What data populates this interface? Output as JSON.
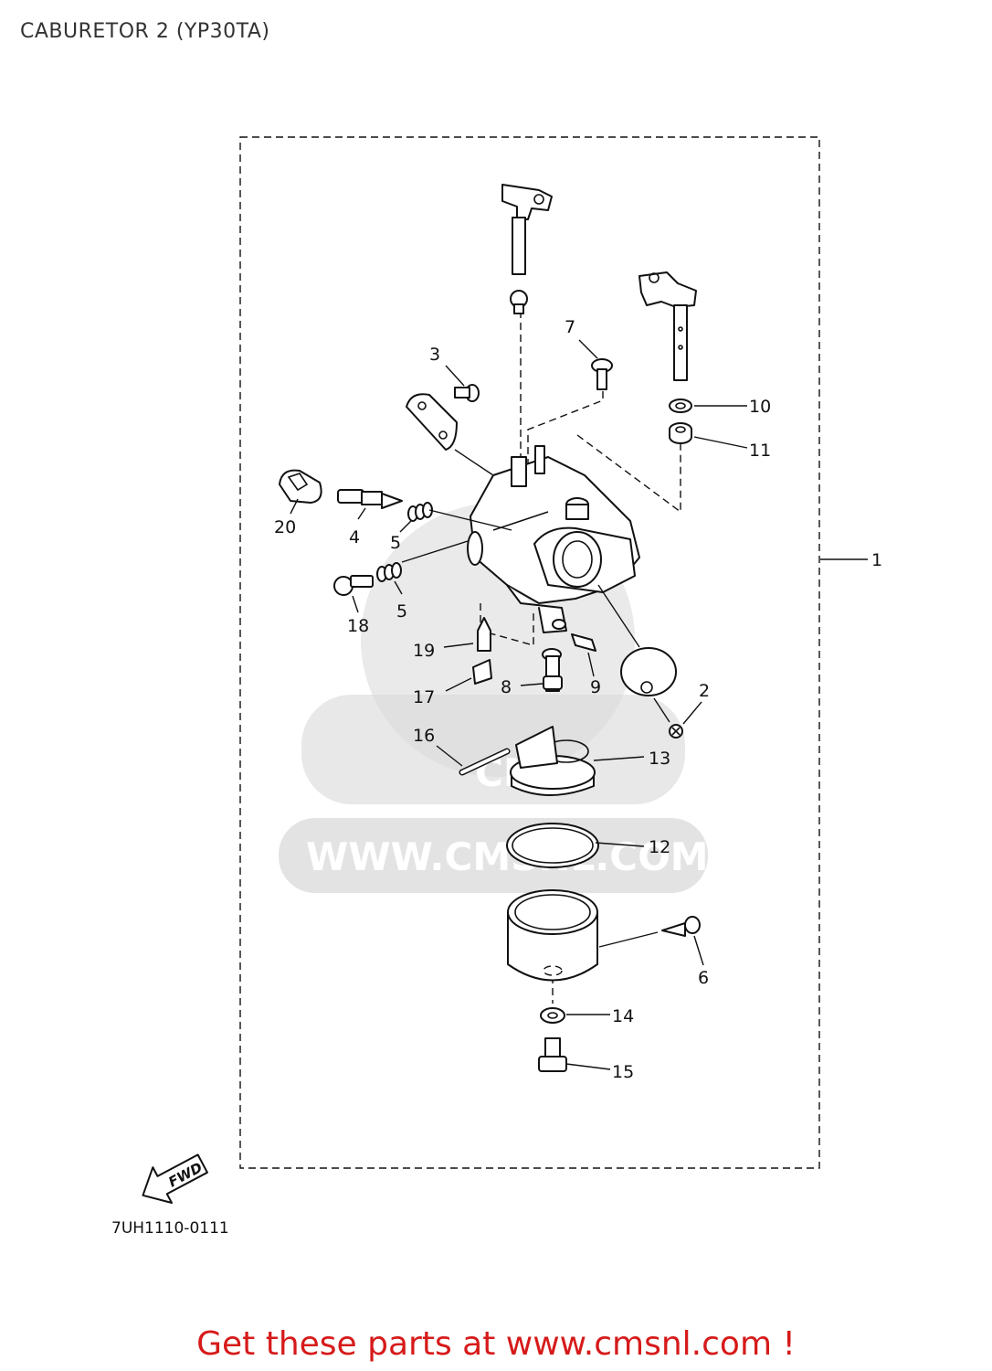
{
  "title": "CABURETOR 2 (YP30TA)",
  "diagram_code": "7UH1110-0111",
  "footer_cta": "Get these parts at www.cmsnl.com !",
  "fwd_label": "FWD",
  "watermark": {
    "url": "WWW.CMSNL.COM",
    "brand": "CMS"
  },
  "callouts": [
    {
      "num": "1"
    },
    {
      "num": "2"
    },
    {
      "num": "3"
    },
    {
      "num": "4"
    },
    {
      "num": "5"
    },
    {
      "num": "5"
    },
    {
      "num": "6"
    },
    {
      "num": "7"
    },
    {
      "num": "8"
    },
    {
      "num": "9"
    },
    {
      "num": "10"
    },
    {
      "num": "11"
    },
    {
      "num": "12"
    },
    {
      "num": "13"
    },
    {
      "num": "14"
    },
    {
      "num": "15"
    },
    {
      "num": "16"
    },
    {
      "num": "17"
    },
    {
      "num": "18"
    },
    {
      "num": "19"
    },
    {
      "num": "20"
    }
  ],
  "colors": {
    "cta": "#d61a1a",
    "line": "#111111",
    "watermark": "#d9d9d9"
  }
}
